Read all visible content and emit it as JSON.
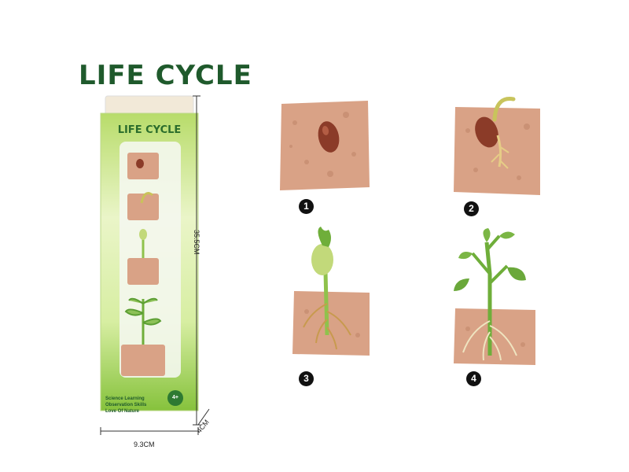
{
  "title": "LIFE CYCLE",
  "box": {
    "title": "LIFE CYCLE",
    "features": [
      "Science Learning",
      "Observation Skills",
      "Love Of Nature"
    ],
    "age_badge": "4+"
  },
  "dimensions": {
    "height": "35.5CM",
    "width": "9.3CM",
    "depth": "4CM"
  },
  "steps": [
    {
      "number": "1"
    },
    {
      "number": "2"
    },
    {
      "number": "3"
    },
    {
      "number": "4"
    }
  ],
  "colors": {
    "title_green": "#1f5a2c",
    "soil": "#d9a286",
    "box_green": "#8cc63f",
    "plant_green": "#6fae3a"
  }
}
